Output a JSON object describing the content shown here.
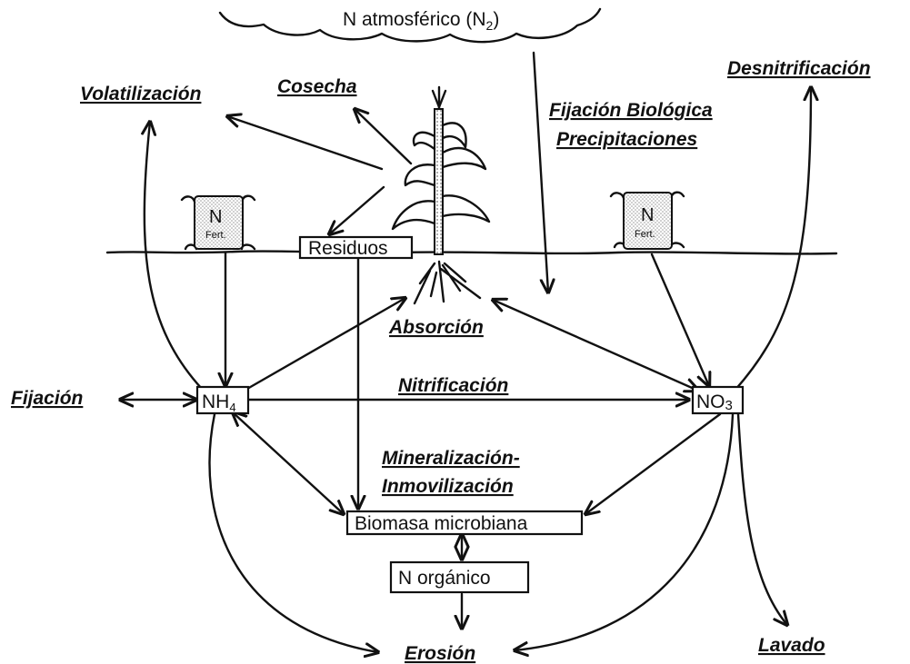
{
  "atmosphere": {
    "label": "N atmosférico (N",
    "sub": "2",
    "close": ")"
  },
  "processes": {
    "volatilization": "Volatilización",
    "harvest": "Cosecha",
    "biological_fixation": "Fijación Biológica",
    "precipitation": "Precipitaciones",
    "denitrification": "Desnitrificación",
    "absorption": "Absorción",
    "nitrification": "Nitrificación",
    "fixation": "Fijación",
    "mineralization_1": "Mineralización-",
    "mineralization_2": "Inmovilización",
    "erosion": "Erosión",
    "leaching": "Lavado"
  },
  "boxes": {
    "residues": "Residuos",
    "nh4": "NH",
    "nh4_sub": "4",
    "no3": "NO",
    "no3_sub": "3",
    "biomass": "Biomasa microbiana",
    "organic_n": "N orgánico"
  },
  "fertilizer_bags": {
    "symbol": "N",
    "text": "Fert."
  }
}
